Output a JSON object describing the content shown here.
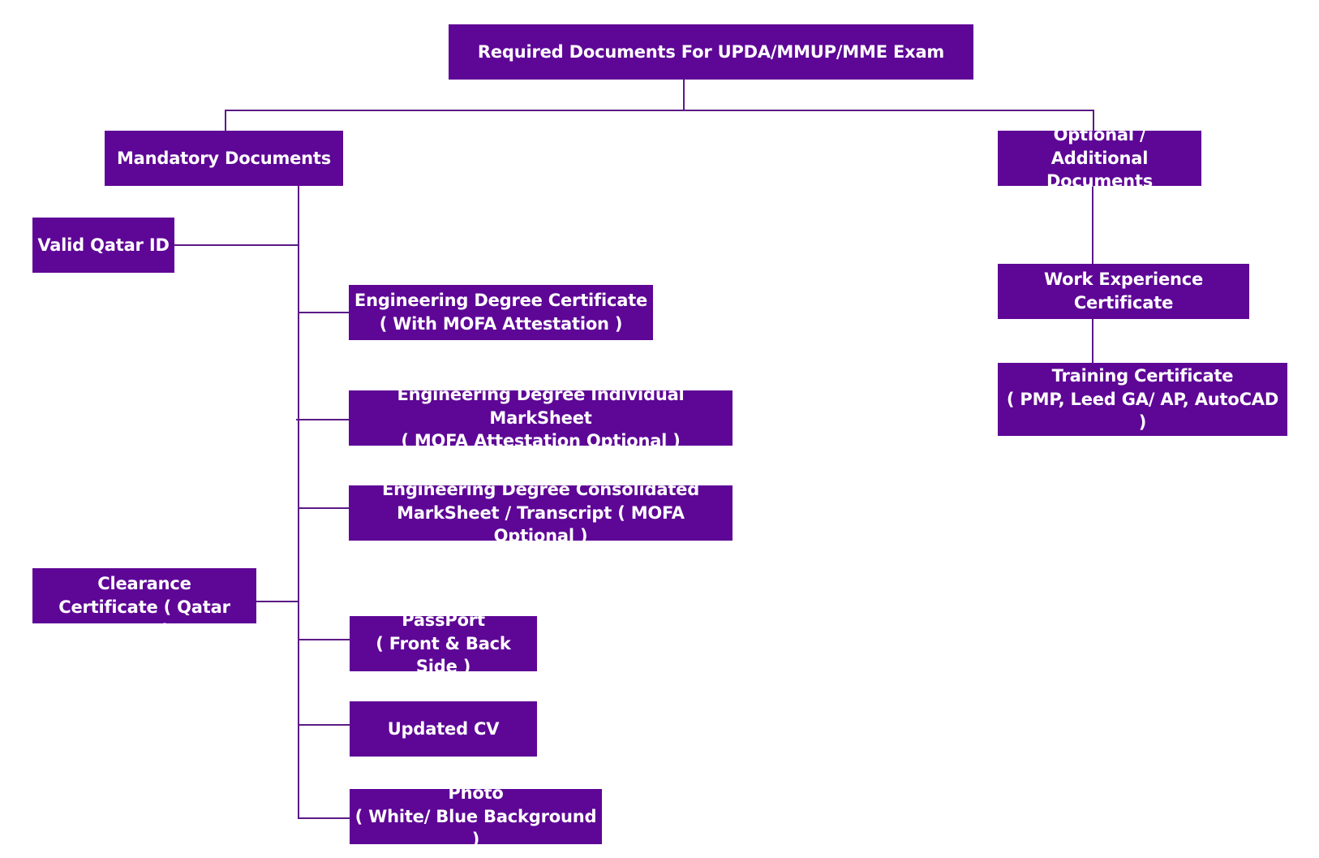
{
  "diagram": {
    "root": "Required Documents For UPDA/MMUP/MME Exam",
    "mandatory": {
      "title": "Mandatory Documents",
      "items": {
        "qatar_id": "Valid Qatar ID",
        "degree_certificate": "Engineering Degree Certificate\n( With MOFA Attestation )",
        "individual_marksheet": "Engineering Degree Individual MarkSheet\n( MOFA Attestation Optional )",
        "consolidated_marksheet": "Engineering Degree Consolidated\nMarkSheet / Transcript ( MOFA Optional )",
        "police_clearance": "Qatar Police Clearance\nCertificate ( Qatar PCC )",
        "passport": "PassPort\n( Front & Back Side )",
        "cv": "Updated CV",
        "photo": "Photo\n( White/ Blue Background )"
      }
    },
    "optional": {
      "title": "Optional / Additional\nDocuments",
      "items": {
        "work_experience": "Work Experience Certificate",
        "training": "Training Certificate\n( PMP, Leed GA/ AP, AutoCAD )"
      }
    },
    "colors": {
      "box_fill": "#5e0696",
      "box_text": "#ffffff",
      "connector": "#5b1a86",
      "background": "#ffffff"
    }
  }
}
